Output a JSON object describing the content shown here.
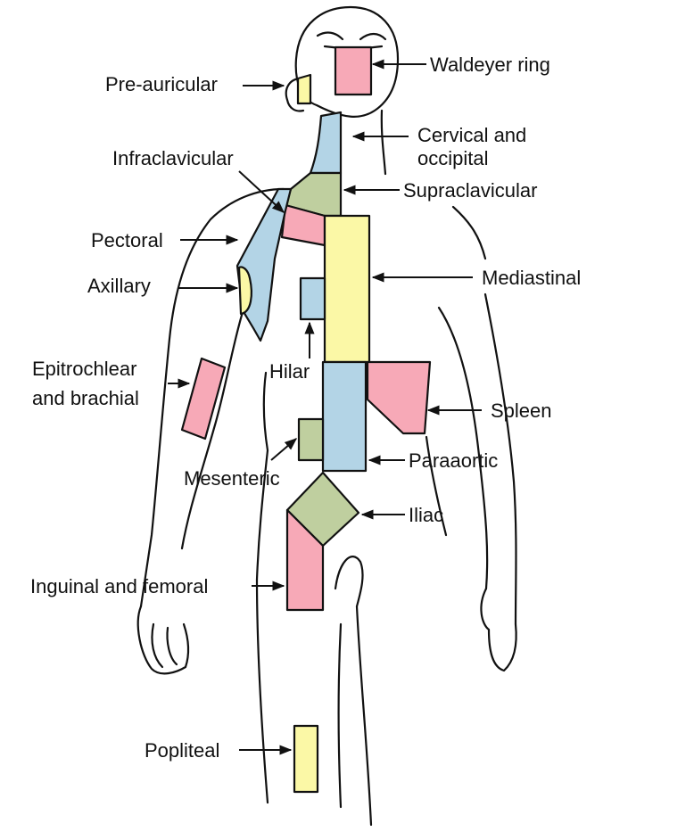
{
  "colors": {
    "pink": "#f7a9b7",
    "blue": "#b3d4e6",
    "yellow": "#fbf8a6",
    "green": "#bfcf9f",
    "line": "#111111"
  },
  "labels": {
    "waldeyer": "Waldeyer ring",
    "preauricular": "Pre-auricular",
    "cervical_line1": "Cervical and",
    "cervical_line2": "occipital",
    "infraclavicular": "Infraclavicular",
    "supraclavicular": "Supraclavicular",
    "pectoral": "Pectoral",
    "mediastinal": "Mediastinal",
    "axillary": "Axillary",
    "hilar": "Hilar",
    "epitrochlear_line1": "Epitrochlear",
    "epitrochlear_line2": "and brachial",
    "spleen": "Spleen",
    "paraaortic": "Paraaortic",
    "mesenteric": "Mesenteric",
    "iliac": "Iliac",
    "inguinal": "Inguinal and femoral",
    "popliteal": "Popliteal"
  }
}
